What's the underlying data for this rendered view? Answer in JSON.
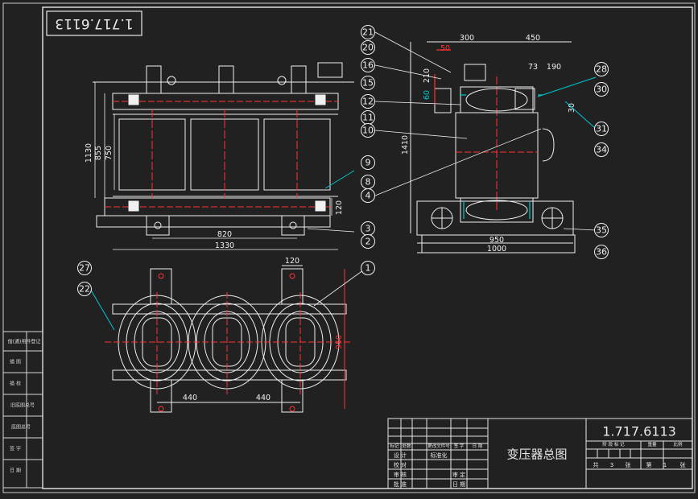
{
  "drawing_number": "1.717.6113",
  "drawing_number_rotated": "1.717.6113",
  "title": "变压器总图",
  "colors": {
    "background": "#212121",
    "frame": "#e8e8e8",
    "linework": "#f0f0f0",
    "dimension": "#ff3333",
    "leader": "#00c8d0",
    "hatch": "#3aa0ff"
  },
  "front_view": {
    "dims": {
      "height_total": "1130",
      "height_core": "855",
      "height_window": "750",
      "base_height": "120",
      "center_span": "820",
      "overall_width": "1330"
    }
  },
  "side_view": {
    "dims": {
      "top_left": "300",
      "top_right": "450",
      "lug_offset": "50",
      "lug_height": "210",
      "lug_small": "60",
      "terminal_a": "73",
      "terminal_b": "190",
      "terminal_c": "30",
      "overall_height": "1410",
      "wheel_span": "950",
      "base_length": "1000"
    }
  },
  "top_view": {
    "dims": {
      "clamp_width": "120",
      "depth": "950",
      "phase_pitch_1": "440",
      "phase_pitch_2": "440"
    }
  },
  "balloons": {
    "b21": "21",
    "b20": "20",
    "b16": "16",
    "b15": "15",
    "b12": "12",
    "b11": "11",
    "b10": "10",
    "b9": "9",
    "b8": "8",
    "b3": "3",
    "b2": "2",
    "b4": "4",
    "b28": "28",
    "b30": "30",
    "b31": "31",
    "b34": "34",
    "b35": "35",
    "b36": "36",
    "b1": "1",
    "b27": "27",
    "b22": "22"
  },
  "side_strip": {
    "labels": [
      "借(通)用件登记",
      "描  图",
      "描  校",
      "旧底图总号",
      "底图总号",
      "签  字",
      "日  期"
    ]
  },
  "title_block": {
    "rev_headers": [
      "标记",
      "处数",
      "更改文件号",
      "签  字",
      "日  期"
    ],
    "row_labels": [
      "设  计",
      "校  对",
      "审  核",
      "批  准"
    ],
    "standardization": "标准化",
    "review": "审  定",
    "date": "日  期",
    "stage_headers": [
      "阶  段  标  记",
      "重量",
      "比例"
    ],
    "sheet_text": [
      "共",
      "张",
      "第",
      "张"
    ],
    "sheet_total": "3",
    "sheet_no": "1"
  }
}
